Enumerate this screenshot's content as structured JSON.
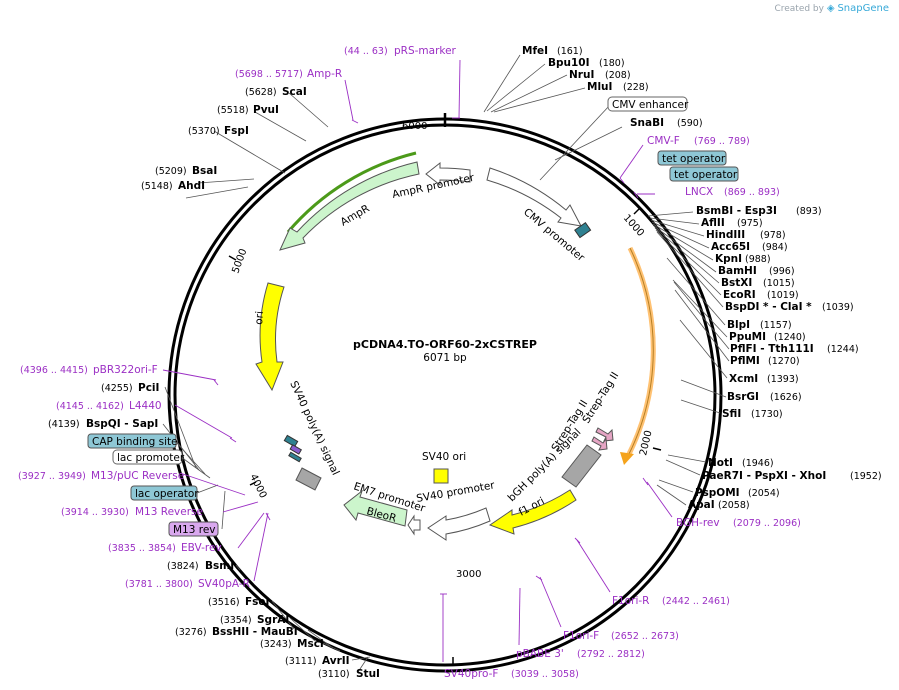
{
  "credit": {
    "text": "Created by",
    "logo": "SnapGene"
  },
  "plasmid": {
    "name": "pCDNA4.TO-ORF60-2xCSTREP",
    "size": "6071 bp",
    "length": 6071
  },
  "ticks": [
    {
      "bp": 1000,
      "label": "1000"
    },
    {
      "bp": 2000,
      "label": "2000"
    },
    {
      "bp": 3000,
      "label": "3000"
    },
    {
      "bp": 4000,
      "label": "4000"
    },
    {
      "bp": 5000,
      "label": "5000"
    },
    {
      "bp": 6000,
      "label": "6000"
    }
  ],
  "enzymes": [
    {
      "name": "MfeI",
      "pos": "(161)",
      "bp": 161
    },
    {
      "name": "Bpu10I",
      "pos": "(180)",
      "bp": 180
    },
    {
      "name": "NruI",
      "pos": "(208)",
      "bp": 208
    },
    {
      "name": "MluI",
      "pos": "(228)",
      "bp": 228
    },
    {
      "name": "SnaBI",
      "pos": "(590)",
      "bp": 590
    },
    {
      "name": "BsmBI - Esp3I",
      "pos": "(893)",
      "bp": 893
    },
    {
      "name": "AflII",
      "pos": "(975)",
      "bp": 975
    },
    {
      "name": "HindIII",
      "pos": "(978)",
      "bp": 978
    },
    {
      "name": "Acc65I",
      "pos": "(984)",
      "bp": 984
    },
    {
      "name": "KpnI",
      "pos": "(988)",
      "bp": 988
    },
    {
      "name": "BamHI",
      "pos": "(996)",
      "bp": 996
    },
    {
      "name": "BstXI",
      "pos": "(1015)",
      "bp": 1015
    },
    {
      "name": "EcoRI",
      "pos": "(1019)",
      "bp": 1019
    },
    {
      "name": "BspDI * - ClaI *",
      "pos": "(1039)",
      "bp": 1039
    },
    {
      "name": "BlpI",
      "pos": "(1157)",
      "bp": 1157
    },
    {
      "name": "PpuMI",
      "pos": "(1240)",
      "bp": 1240
    },
    {
      "name": "PflFI - Tth111I",
      "pos": "(1244)",
      "bp": 1244
    },
    {
      "name": "PflMI",
      "pos": "(1270)",
      "bp": 1270
    },
    {
      "name": "XcmI",
      "pos": "(1393)",
      "bp": 1393
    },
    {
      "name": "BsrGI",
      "pos": "(1626)",
      "bp": 1626
    },
    {
      "name": "SfiI",
      "pos": "(1730)",
      "bp": 1730
    },
    {
      "name": "NotI",
      "pos": "(1946)",
      "bp": 1946
    },
    {
      "name": "PaeR7I - PspXI - XhoI",
      "pos": "(1952)",
      "bp": 1952
    },
    {
      "name": "PspOMI",
      "pos": "(2054)",
      "bp": 2054
    },
    {
      "name": "ApaI",
      "pos": "(2058)",
      "bp": 2058
    },
    {
      "name": "StuI",
      "pos": "(3110)",
      "bp": 3110
    },
    {
      "name": "AvrII",
      "pos": "(3111)",
      "bp": 3111
    },
    {
      "name": "MscI",
      "pos": "(3243)",
      "bp": 3243
    },
    {
      "name": "BssHII - MauBI",
      "pos": "(3276)",
      "bp": 3276
    },
    {
      "name": "SgrAI",
      "pos": "(3354)",
      "bp": 3354
    },
    {
      "name": "FseI",
      "pos": "(3516)",
      "bp": 3516
    },
    {
      "name": "BsmI",
      "pos": "(3824)",
      "bp": 3824
    },
    {
      "name": "BspQI - SapI",
      "pos": "(4139)",
      "bp": 4139
    },
    {
      "name": "PciI",
      "pos": "(4255)",
      "bp": 4255
    },
    {
      "name": "AhdI",
      "pos": "(5148)",
      "bp": 5148
    },
    {
      "name": "BsaI",
      "pos": "(5209)",
      "bp": 5209
    },
    {
      "name": "FspI",
      "pos": "(5370)",
      "bp": 5370
    },
    {
      "name": "PvuI",
      "pos": "(5518)",
      "bp": 5518
    },
    {
      "name": "ScaI",
      "pos": "(5628)",
      "bp": 5628
    }
  ],
  "primers": [
    {
      "name": "pRS-marker",
      "range": "(44 .. 63)",
      "bp": 53
    },
    {
      "name": "CMV-F",
      "range": "(769 .. 789)",
      "bp": 779
    },
    {
      "name": "LNCX",
      "range": "(869 .. 893)",
      "bp": 881
    },
    {
      "name": "BGH-rev",
      "range": "(2079 .. 2096)",
      "bp": 2087
    },
    {
      "name": "F1ori-R",
      "range": "(2442 .. 2461)",
      "bp": 2451
    },
    {
      "name": "F1ori-F",
      "range": "(2652 .. 2673)",
      "bp": 2662
    },
    {
      "name": "pBABE 3'",
      "range": "(2792 .. 2812)",
      "bp": 2802
    },
    {
      "name": "SV40pro-F",
      "range": "(3039 .. 3058)",
      "bp": 3048
    },
    {
      "name": "SV40pA-R",
      "range": "(3781 .. 3800)",
      "bp": 3790
    },
    {
      "name": "EBV-rev",
      "range": "(3835 .. 3854)",
      "bp": 3844
    },
    {
      "name": "M13 Reverse",
      "range": "(3914 .. 3930)",
      "bp": 3922
    },
    {
      "name": "M13/pUC Reverse",
      "range": "(3927 .. 3949)",
      "bp": 3938
    },
    {
      "name": "L4440",
      "range": "(4145 .. 4162)",
      "bp": 4153
    },
    {
      "name": "pBR322ori-F",
      "range": "(4396 .. 4415)",
      "bp": 4405
    },
    {
      "name": "Amp-R",
      "range": "(5698 .. 5717)",
      "bp": 5707
    }
  ],
  "boxed_features": [
    {
      "name": "CMV enhancer",
      "style": "white"
    },
    {
      "name": "tet operator",
      "style": "blue"
    },
    {
      "name": "tet operator",
      "style": "blue"
    },
    {
      "name": "CAP binding site",
      "style": "blue"
    },
    {
      "name": "lac promoter",
      "style": "white"
    },
    {
      "name": "lac operator",
      "style": "blue"
    },
    {
      "name": "M13 rev",
      "style": "purple"
    }
  ],
  "features": [
    {
      "name": "AmpR promoter",
      "color": "#ffffff"
    },
    {
      "name": "AmpR",
      "color": "#ccf5cc"
    },
    {
      "name": "CMV promoter",
      "color": "#ffffff"
    },
    {
      "name": "ori",
      "color": "#ffff00"
    },
    {
      "name": "SV40 poly(A) signal",
      "color": "#a6a6a6"
    },
    {
      "name": "SV40 ori",
      "color": "#ffff00"
    },
    {
      "name": "EM7 promoter",
      "color": "#ffffff"
    },
    {
      "name": "BleoR",
      "color": "#ccf5cc"
    },
    {
      "name": "SV40 promoter",
      "color": "#ffffff"
    },
    {
      "name": "f1 ori",
      "color": "#ffff00"
    },
    {
      "name": "bGH poly(A) signal",
      "color": "#a6a6a6"
    },
    {
      "name": "Strep-Tag II",
      "color": "#e5a5c4"
    },
    {
      "name": "Strep-Tag II",
      "color": "#e5a5c4"
    }
  ]
}
